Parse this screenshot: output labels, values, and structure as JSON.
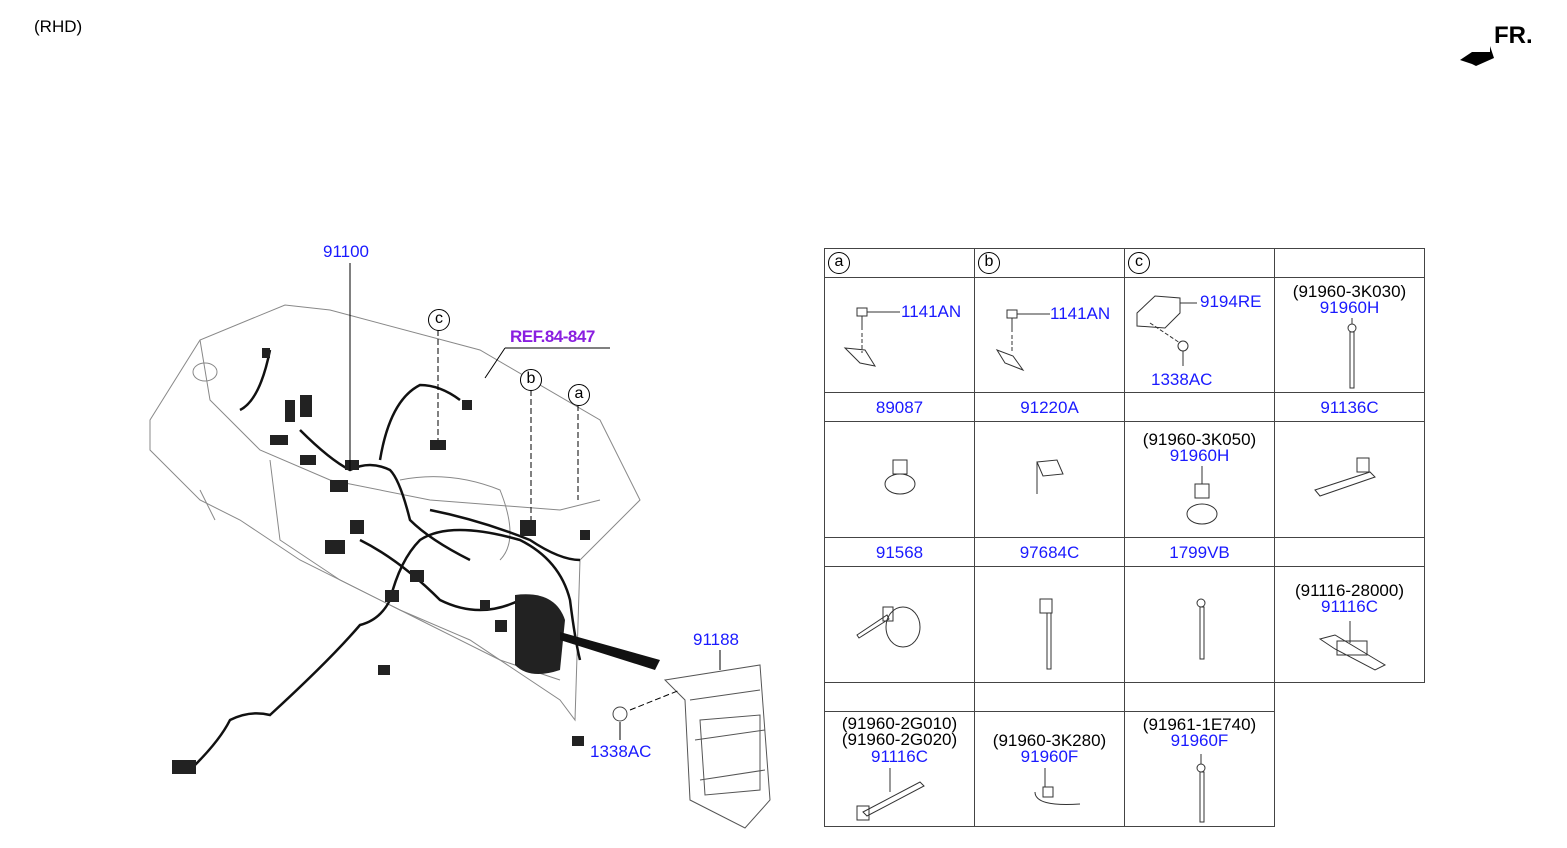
{
  "header": {
    "variant": "(RHD)",
    "front_label": "FR."
  },
  "diagram": {
    "callouts": {
      "main_harness": "91100",
      "ref": "REF.84-847",
      "junction_box": "91188",
      "nut": "1338AC",
      "circle_a": "a",
      "circle_b": "b",
      "circle_c": "c"
    }
  },
  "table": {
    "headers": [
      "a",
      "b",
      "c",
      ""
    ],
    "rows": [
      {
        "cells": [
          {
            "parts": [
              "1141AN"
            ],
            "ref": "",
            "label": "89087"
          },
          {
            "parts": [
              "1141AN"
            ],
            "ref": "",
            "label": "91220A"
          },
          {
            "parts": [
              "9194RE",
              "1338AC"
            ],
            "ref": "",
            "label": ""
          },
          {
            "parts": [
              "91960H"
            ],
            "ref": "(91960-3K030)",
            "label": "91136C"
          }
        ]
      },
      {
        "cells": [
          {
            "parts": [],
            "ref": "",
            "label": "91568"
          },
          {
            "parts": [],
            "ref": "",
            "label": "97684C"
          },
          {
            "parts": [
              "91960H"
            ],
            "ref": "(91960-3K050)",
            "label": "1799VB"
          },
          {
            "parts": [],
            "ref": "",
            "label": ""
          }
        ]
      },
      {
        "cells": [
          {
            "parts": [],
            "ref": "",
            "label": ""
          },
          {
            "parts": [],
            "ref": "",
            "label": ""
          },
          {
            "parts": [],
            "ref": "",
            "label": ""
          },
          {
            "parts": [
              "91116C"
            ],
            "ref": "(91116-28000)",
            "label": ""
          }
        ]
      },
      {
        "cells": [
          {
            "parts": [
              "91116C"
            ],
            "ref": "(91960-2G010)",
            "ref2": "(91960-2G020)"
          },
          {
            "parts": [
              "91960F"
            ],
            "ref": "(91960-3K280)"
          },
          {
            "parts": [
              "91960F"
            ],
            "ref": "(91961-1E740)"
          }
        ]
      }
    ]
  }
}
